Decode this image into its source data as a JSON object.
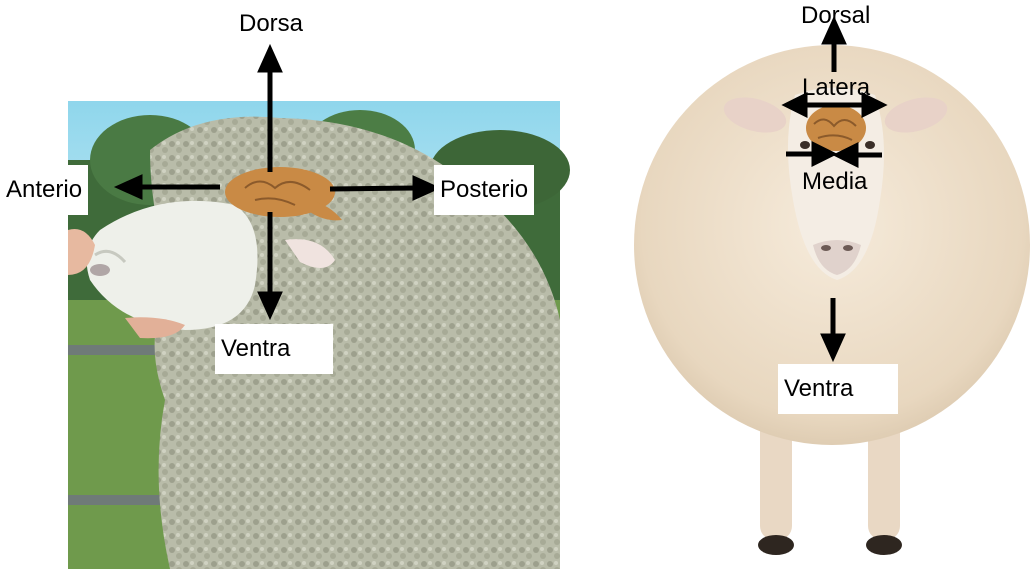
{
  "left_view": {
    "labels": {
      "dorsal": "Dorsa",
      "anterior": "Anterio",
      "posterior": "Posterio",
      "ventral": "Ventra"
    }
  },
  "right_view": {
    "labels": {
      "dorsal": "Dorsal",
      "lateral": "Latera",
      "medial": "Media",
      "ventral": "Ventra"
    }
  },
  "colors": {
    "sky": "#8fd6ec",
    "grass": "#6f9a4c",
    "wool_grey": "#b7bba8",
    "wool_cream": "#efe2cf",
    "brain": "#c98a45",
    "arrow": "#000000"
  }
}
